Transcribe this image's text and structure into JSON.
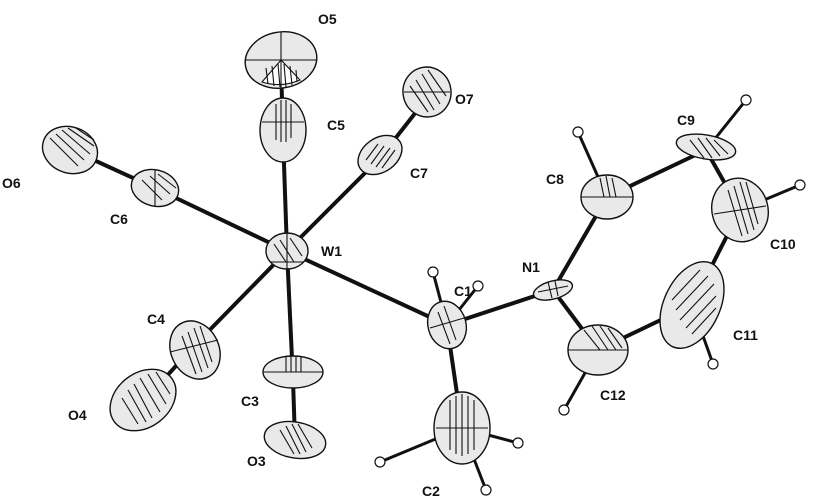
{
  "atoms": [
    {
      "id": "W1",
      "label": "W1"
    },
    {
      "id": "C1",
      "label": "C1"
    },
    {
      "id": "C2",
      "label": "C2"
    },
    {
      "id": "C3",
      "label": "C3"
    },
    {
      "id": "C4",
      "label": "C4"
    },
    {
      "id": "C5",
      "label": "C5"
    },
    {
      "id": "C6",
      "label": "C6"
    },
    {
      "id": "C7",
      "label": "C7"
    },
    {
      "id": "C8",
      "label": "C8"
    },
    {
      "id": "C9",
      "label": "C9"
    },
    {
      "id": "C10",
      "label": "C10"
    },
    {
      "id": "C11",
      "label": "C11"
    },
    {
      "id": "C12",
      "label": "C12"
    },
    {
      "id": "N1",
      "label": "N1"
    },
    {
      "id": "O3",
      "label": "O3"
    },
    {
      "id": "O4",
      "label": "O4"
    },
    {
      "id": "O5",
      "label": "O5"
    },
    {
      "id": "O6",
      "label": "O6"
    },
    {
      "id": "O7",
      "label": "O7"
    }
  ]
}
